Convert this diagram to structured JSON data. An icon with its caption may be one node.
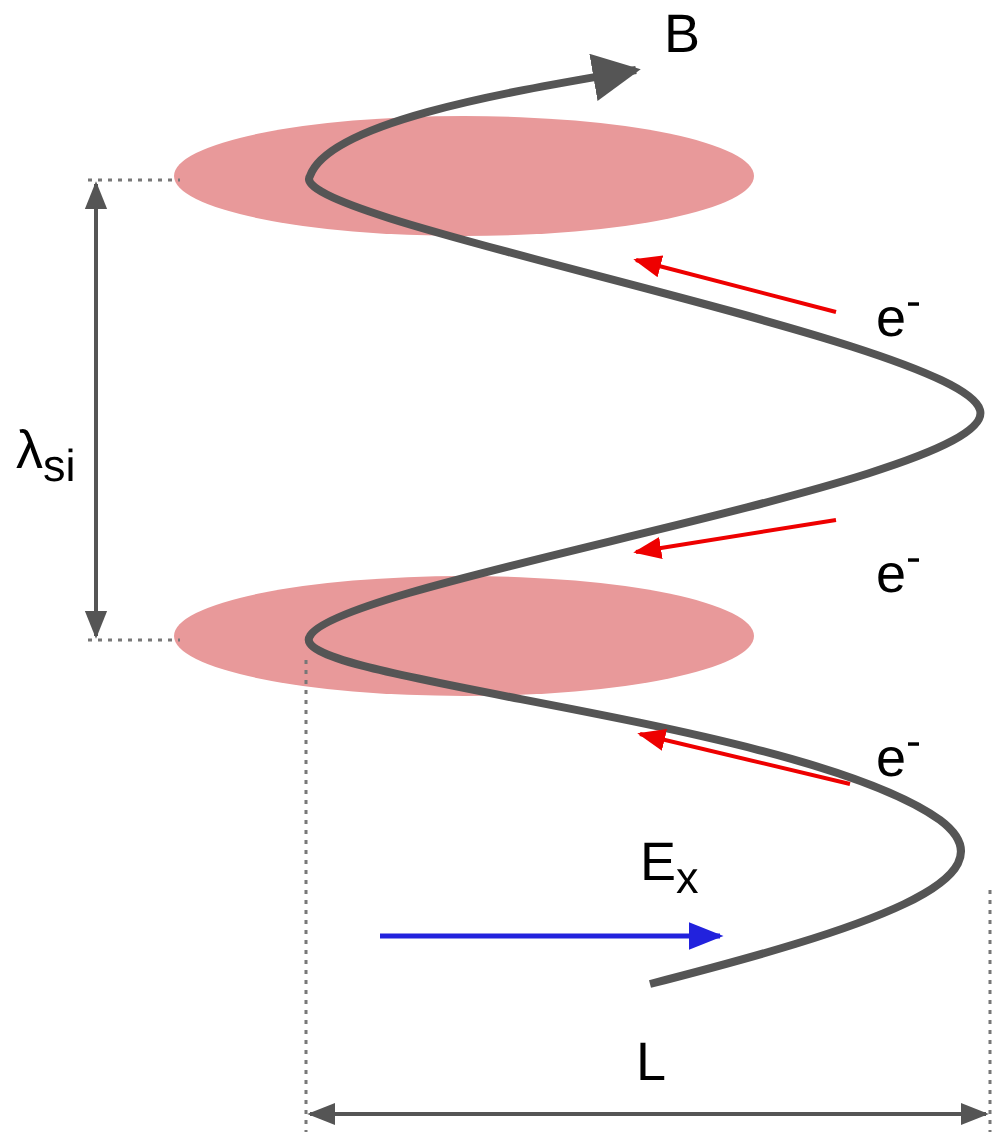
{
  "diagram": {
    "labels": [
      "B",
      "e$^{-}$",
      "λ$_{si}$",
      "e$^{-}$",
      "e$^{-}$",
      "E$_{x}$",
      "L"
    ]
  }
}
